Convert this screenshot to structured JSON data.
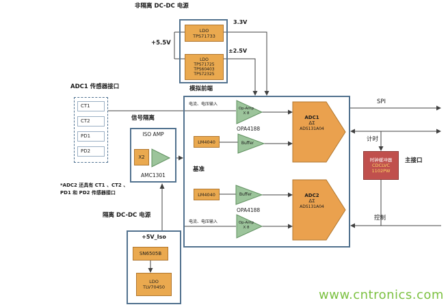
{
  "watermark": "www.cntronics.com",
  "colors": {
    "accent_blue": "#51718E",
    "block_orange": "#EAA94F",
    "amp_green": "#9CC49B",
    "clock_red": "#C0504D",
    "watermark_green": "#7CC141"
  },
  "top_power": {
    "title": "非隔离 DC-DC 电源",
    "input_label": "+5.5V",
    "ldo1": {
      "name": "LDO",
      "part": "TPS71733",
      "output": "3.3V"
    },
    "ldo2": {
      "name": "LDO",
      "parts": [
        "TPS71725",
        "TPS60403",
        "TPS72325"
      ],
      "output": "±2.5V"
    }
  },
  "sensor_interface": {
    "title": "ADC1 传感器接口",
    "items": [
      "CT1",
      "CT2",
      "PD1",
      "PD2"
    ],
    "footnote_line1": "*ADC2 还具有 CT1 、CT2 、",
    "footnote_line2": "PD1 和 PD2 传感器接口"
  },
  "signal_isolation": {
    "title": "信号隔离",
    "block_label": "ISO AMP",
    "gain_label": "X2",
    "part": "AMC1301"
  },
  "isolated_power": {
    "title": "隔离 DC-DC 电源",
    "input_label": "+5V_Iso",
    "driver_part": "SN6505B",
    "ldo": {
      "name": "LDO",
      "part": "TLV70450"
    }
  },
  "afe": {
    "title": "模拟前端",
    "input_label_top": "电流、电压输入",
    "input_label_bottom": "电流、电压输入",
    "reference_label": "基准",
    "opamp1": {
      "line1": "Op-Amp",
      "line2": "X 8",
      "part": "OPA4188"
    },
    "opamp2": {
      "line1": "Op-Amp",
      "line2": "X 8",
      "part": "OPA4188"
    },
    "ref1": "LM4040",
    "buffer1": "Buffer",
    "ref2": "LM4040",
    "buffer2": "Buffer",
    "adc1": {
      "name": "ADC1",
      "type": "ΔΣ",
      "part": "ADS131A04"
    },
    "adc2": {
      "name": "ADC2",
      "type": "ΔΣ",
      "part": "ADS131A04"
    }
  },
  "host_interface": {
    "spi_label": "SPI",
    "timing_label": "计时",
    "clock_buffer": {
      "name": "时钟缓冲器",
      "part_line1": "CDCLVC",
      "part_line2": "1102PW"
    },
    "main_interface_label": "主接口",
    "control_label": "控制"
  }
}
